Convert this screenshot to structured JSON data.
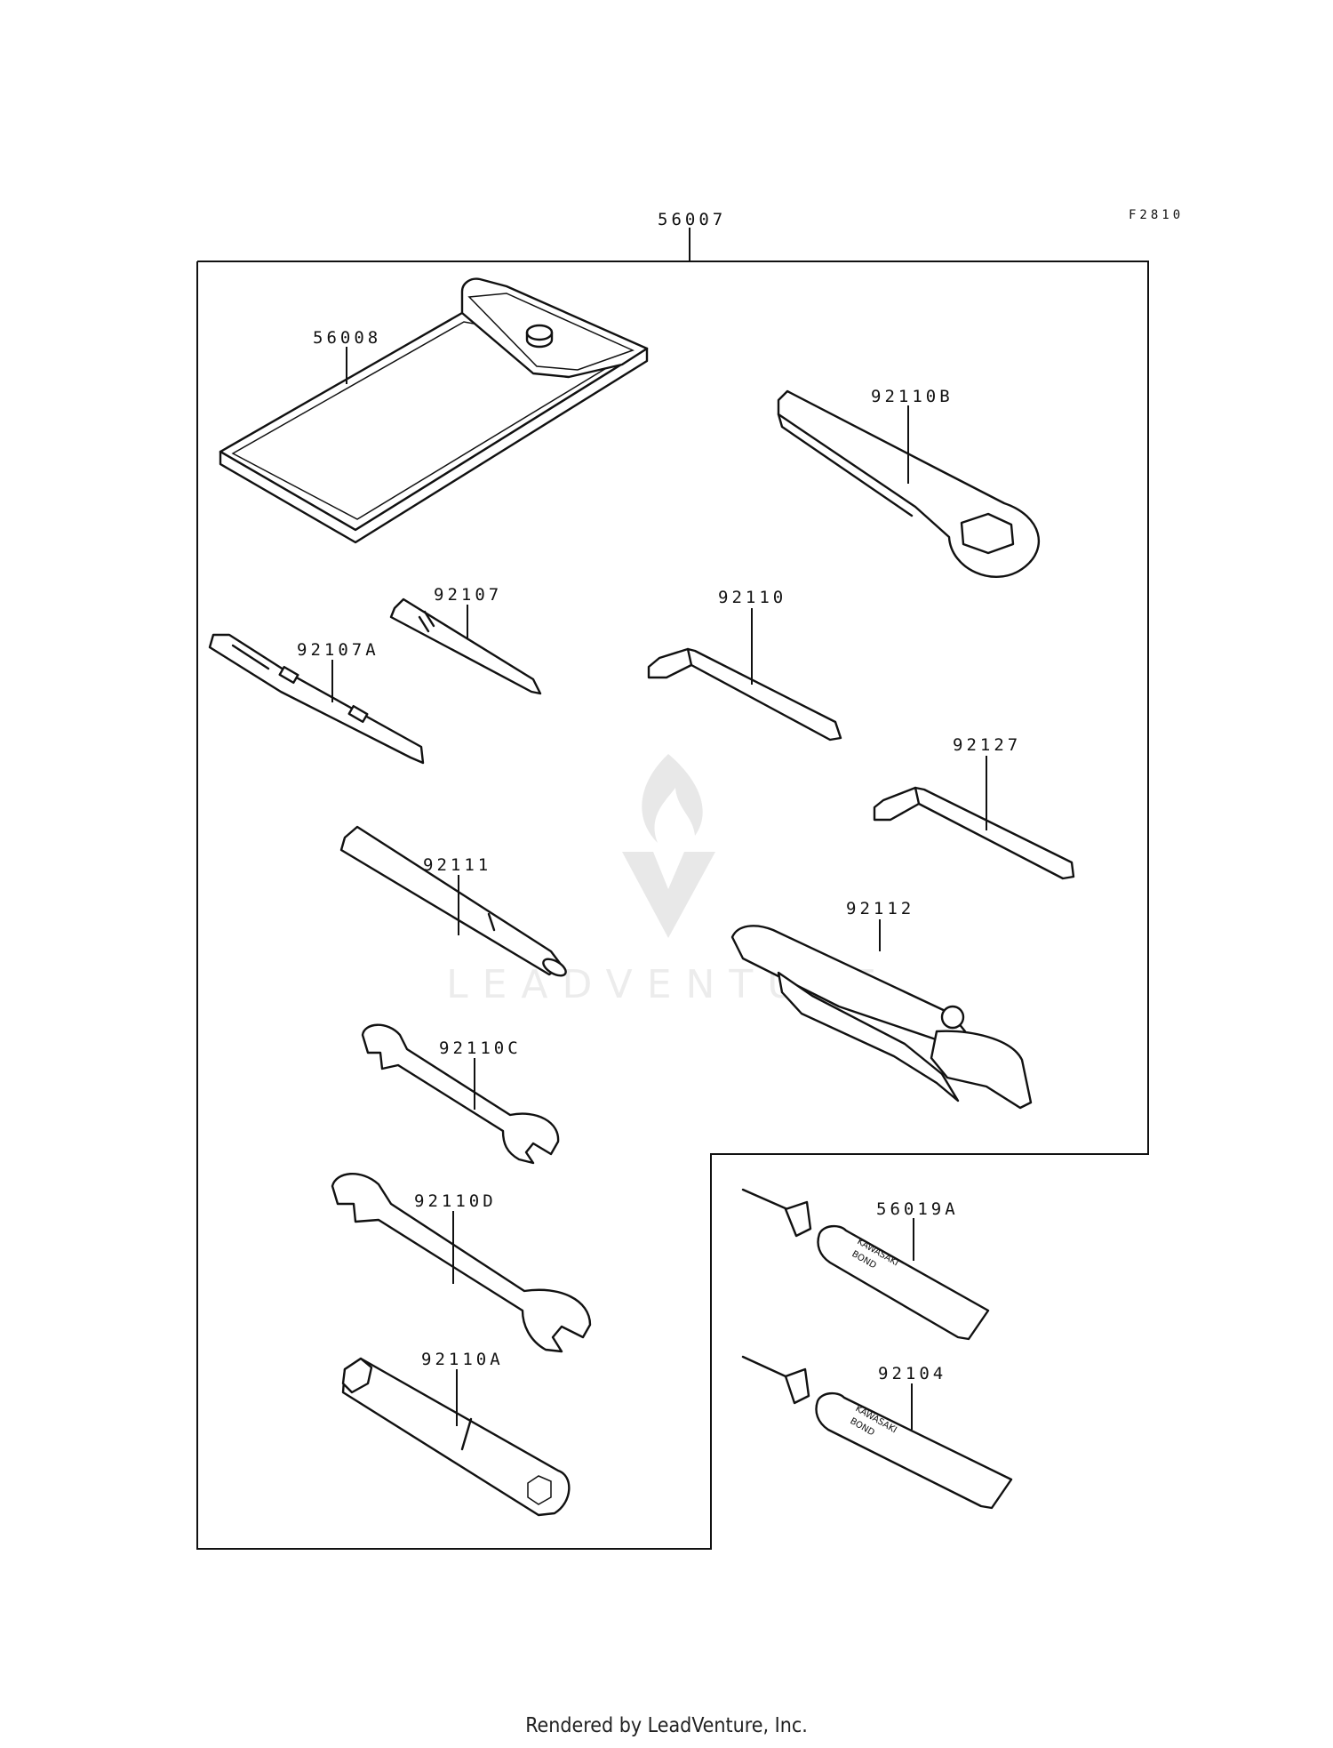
{
  "diagram": {
    "ref_code": "F2810",
    "kit_part": "56007",
    "footer": "Rendered by LeadVenture, Inc.",
    "watermark": "LEADVENTURE",
    "parts": [
      {
        "id": "56008"
      },
      {
        "id": "92110B"
      },
      {
        "id": "92107"
      },
      {
        "id": "92107A"
      },
      {
        "id": "92110"
      },
      {
        "id": "92127"
      },
      {
        "id": "92111"
      },
      {
        "id": "92112"
      },
      {
        "id": "92110C"
      },
      {
        "id": "92110D"
      },
      {
        "id": "92110A"
      },
      {
        "id": "56019A",
        "brand": "KAWASAKI",
        "product": "BOND"
      },
      {
        "id": "92104",
        "brand": "KAWASAKI",
        "product": "BOND"
      }
    ]
  }
}
